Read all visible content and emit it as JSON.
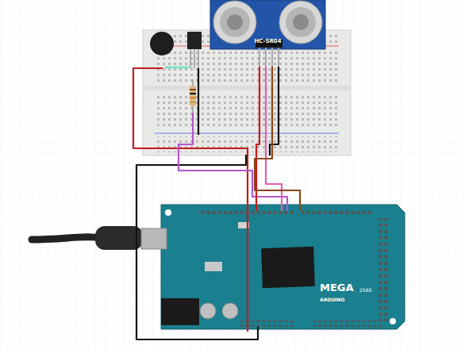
{
  "diagram": {
    "nodes": [
      {
        "text": [
          "HC-SR04"
        ]
      },
      {
        "text": [
          "MEGA",
          "ARDUINO",
          "2560"
        ]
      }
    ]
  }
}
